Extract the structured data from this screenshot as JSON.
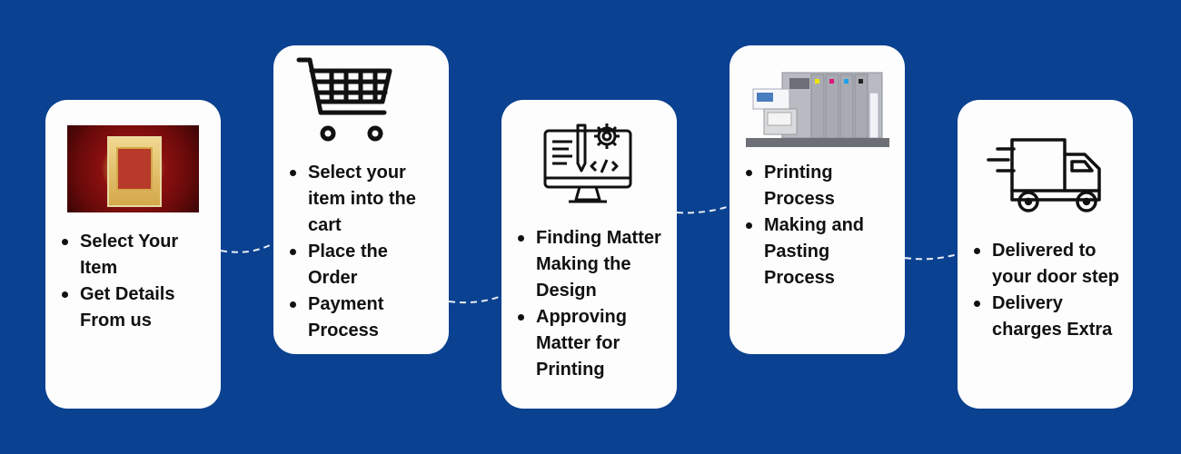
{
  "background_color": "#0a4190",
  "steps": [
    {
      "icon": "wedding-card-photo",
      "bullets": [
        [
          "Select Your",
          "Item"
        ],
        [
          "Get Details",
          "From us"
        ]
      ]
    },
    {
      "icon": "shopping-cart-icon",
      "bullets": [
        [
          "Select your",
          "item into the",
          "cart"
        ],
        [
          "Place the",
          "Order"
        ],
        [
          "Payment",
          "Process"
        ]
      ]
    },
    {
      "icon": "computer-code-design-icon",
      "bullets": [
        [
          "Finding Matter",
          "Making the",
          "Design"
        ],
        [
          "Approving",
          "Matter for",
          "Printing"
        ]
      ]
    },
    {
      "icon": "printing-machine-icon",
      "bullets": [
        [
          "Printing",
          "Process"
        ],
        [
          "Making and",
          "Pasting",
          "Process"
        ]
      ]
    },
    {
      "icon": "delivery-truck-icon",
      "bullets": [
        [
          "Delivered to",
          "your door step"
        ],
        [
          "Delivery",
          "charges Extra"
        ]
      ]
    }
  ]
}
